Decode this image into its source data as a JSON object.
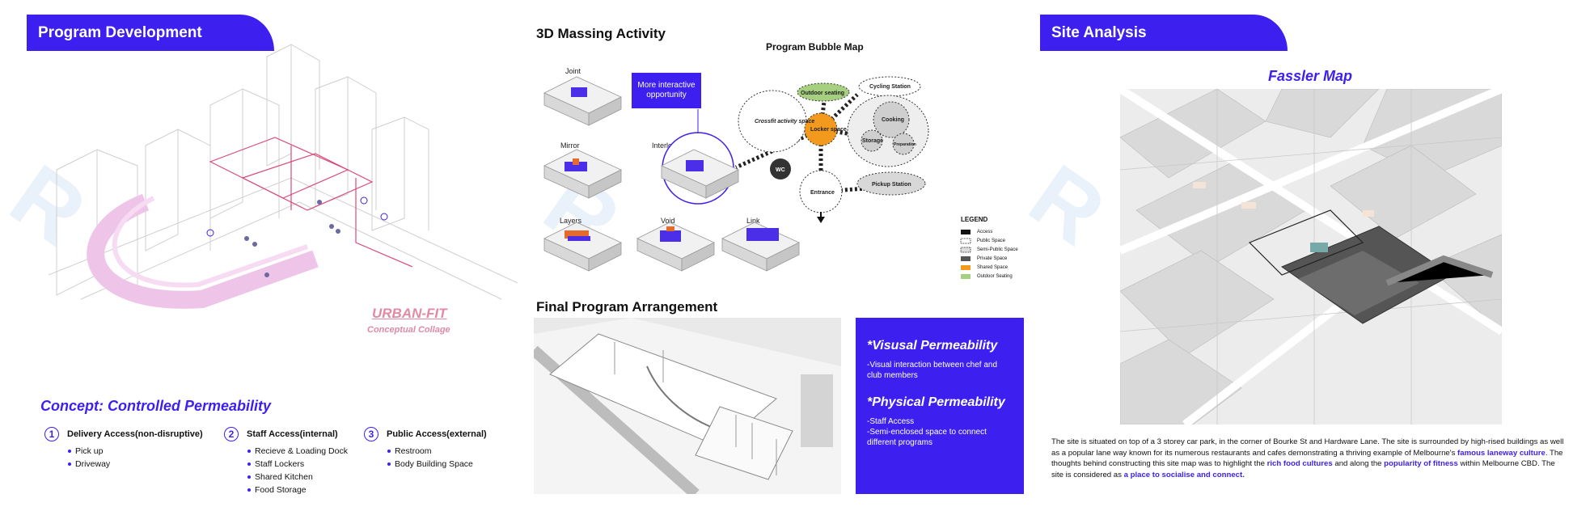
{
  "left": {
    "banner": "Program Development",
    "urban_title": "URBAN-FIT",
    "urban_sub": "Conceptual Collage",
    "concept_title": "Concept: Controlled Permeability",
    "access": [
      {
        "num": "1",
        "title": "Delivery Access(non-disruptive)",
        "items": [
          "Pick up",
          "Driveway"
        ]
      },
      {
        "num": "2",
        "title": "Staff Access(internal)",
        "items": [
          "Recieve & Loading Dock",
          "Staff Lockers",
          "Shared Kitchen",
          "Food Storage"
        ]
      },
      {
        "num": "3",
        "title": "Public Access(external)",
        "items": [
          "Restroom",
          "Body Building Space"
        ]
      }
    ]
  },
  "middle": {
    "massing_title": "3D Massing Activity",
    "bubble_title": "Program Bubble Map",
    "interactive_box": "More interactive opportunity",
    "massing_labels": [
      "Joint",
      "Mirror",
      "Interlocking",
      "Layers",
      "Void",
      "Link"
    ],
    "bubbles": [
      "Outdoor seating",
      "Cycling Station",
      "Crossfit activity space",
      "Locker space",
      "Cooking",
      "Storage",
      "Preparation",
      "WC",
      "Entrance",
      "Pickup Station"
    ],
    "legend_title": "LEGEND",
    "legend": [
      "Access",
      "Public Space",
      "Semi-Public Space",
      "Private Space",
      "Shared Space",
      "Outdoor Seating"
    ],
    "legend_colors": [
      "#111111",
      "#ffffff",
      "#dddddd",
      "#555555",
      "#f39a1e",
      "#a6cf7f"
    ],
    "final_title": "Final Program Arrangement",
    "perm": [
      {
        "head": "*Visusal Permeability",
        "text": "-Visual interaction between chef and club members"
      },
      {
        "head": "*Physical Permeability",
        "text": "-Staff Access\n-Semi-enclosed space to connect different programs"
      }
    ]
  },
  "right": {
    "banner": "Site Analysis",
    "fassler_title": "Fassler Map",
    "para": [
      {
        "t": "The site is situated on top of a 3 storey car park, in the corner of Bourke St and Hardware Lane. The site is surrounded by high-rised buildings as well as a popular lane way known for its numerous restaurants and cafes demonstrating a thriving example of Melbourne's ",
        "hl": false
      },
      {
        "t": "famous laneway culture",
        "hl": true
      },
      {
        "t": ". The thoughts behind constructing this site map was to highlight the ",
        "hl": false
      },
      {
        "t": "rich food cultures",
        "hl": true
      },
      {
        "t": " and along the ",
        "hl": false
      },
      {
        "t": "popularity of fitness",
        "hl": true
      },
      {
        "t": " within Melbourne CBD. The site is considered as ",
        "hl": false
      },
      {
        "t": "a place to socialise and connect.",
        "hl": true
      }
    ]
  },
  "accent": "#3d1ff0"
}
